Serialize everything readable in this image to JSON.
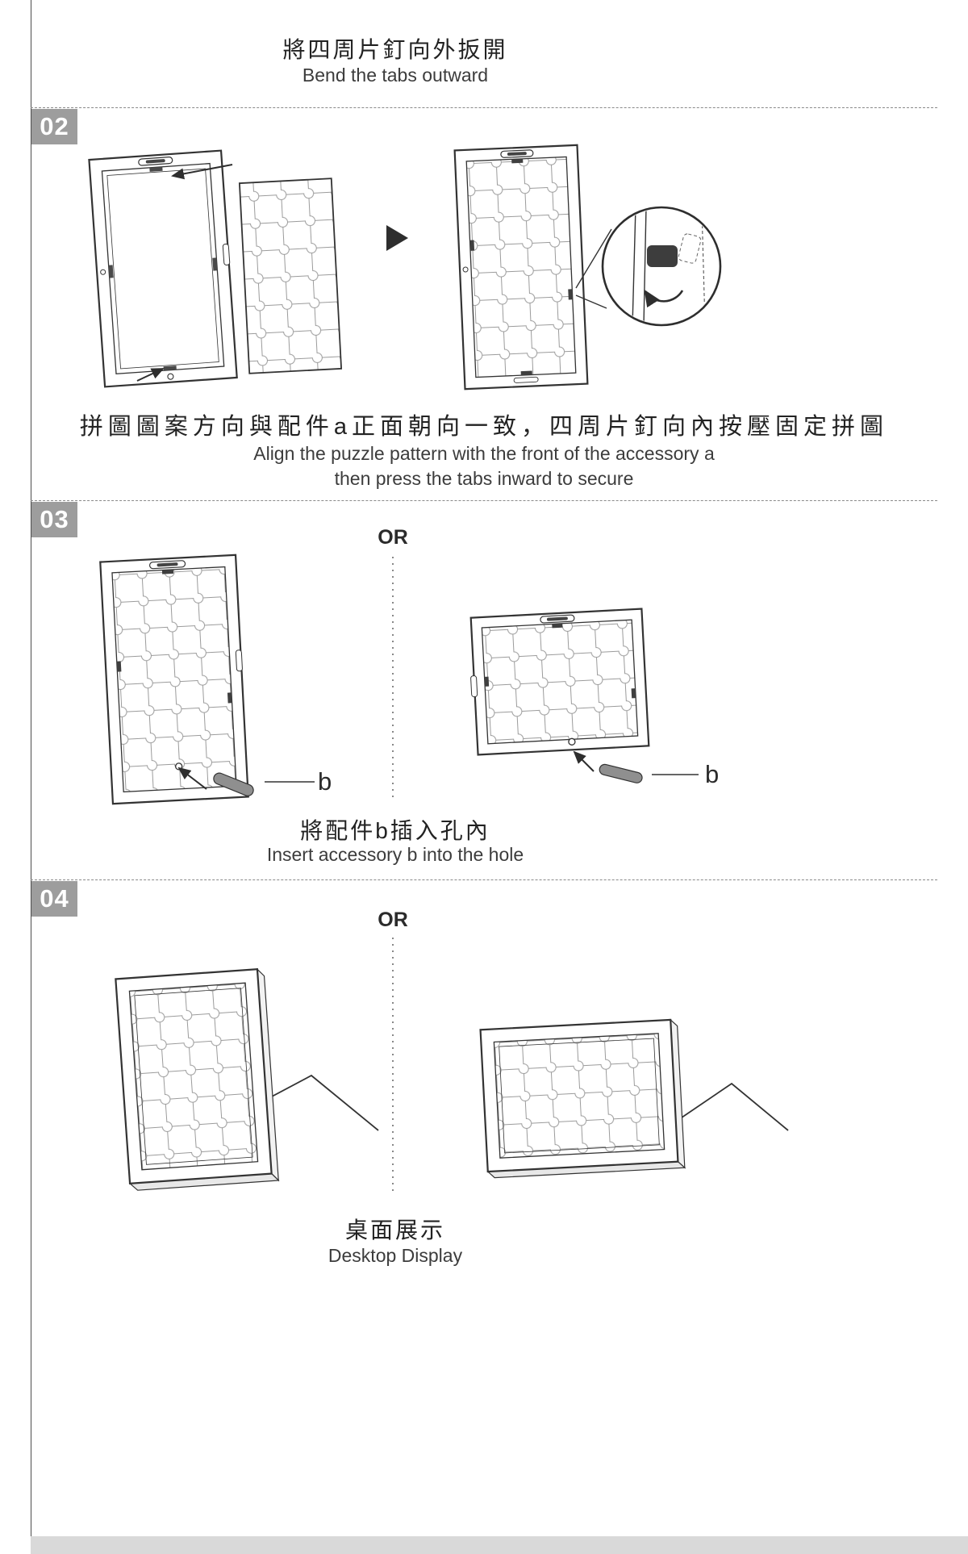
{
  "colors": {
    "badge_bg": "#9d9d9d",
    "line": "#333333"
  },
  "step01": {
    "caption_zh": "將四周片釘向外扳開",
    "caption_en": "Bend the tabs outward"
  },
  "step02": {
    "number": "02",
    "caption_zh": "拼圖圖案方向與配件a正面朝向一致，四周片釘向內按壓固定拼圖",
    "caption_en_line1": "Align the puzzle pattern with the front of the accessory a",
    "caption_en_line2": "then press the tabs inward to secure"
  },
  "step03": {
    "number": "03",
    "or_label": "OR",
    "accessory_label": "b",
    "caption_zh": "將配件b插入孔內",
    "caption_en": "Insert accessory b into the hole"
  },
  "step04": {
    "number": "04",
    "or_label": "OR",
    "caption_zh": "桌面展示",
    "caption_en": "Desktop Display"
  }
}
